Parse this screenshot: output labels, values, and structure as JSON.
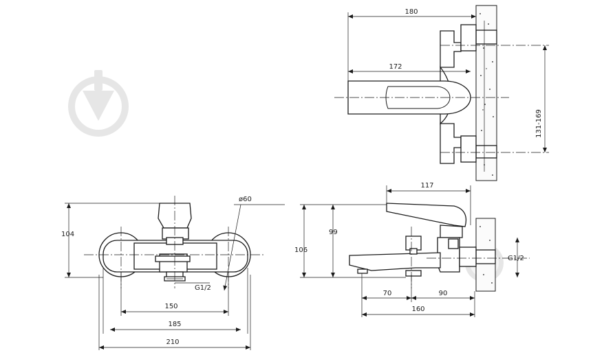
{
  "watermark": {
    "icon": "shovel-badge-icon",
    "color": "#e6e6e6"
  },
  "top_view": {
    "dims": {
      "overall_depth": "180",
      "lever_depth": "172",
      "inlet_spacing": "131-169"
    }
  },
  "front_view": {
    "dims": {
      "height": "104",
      "escutcheon_diameter": "ø60",
      "outlet_thread": "G1/2",
      "width_150": "150",
      "width_185": "185",
      "width_210": "210"
    }
  },
  "side_view": {
    "dims": {
      "lever_length": "117",
      "total_height": "106",
      "axis_height": "99",
      "thread": "G1/2",
      "spout_70": "70",
      "spout_90": "90",
      "spout_160": "160"
    }
  }
}
